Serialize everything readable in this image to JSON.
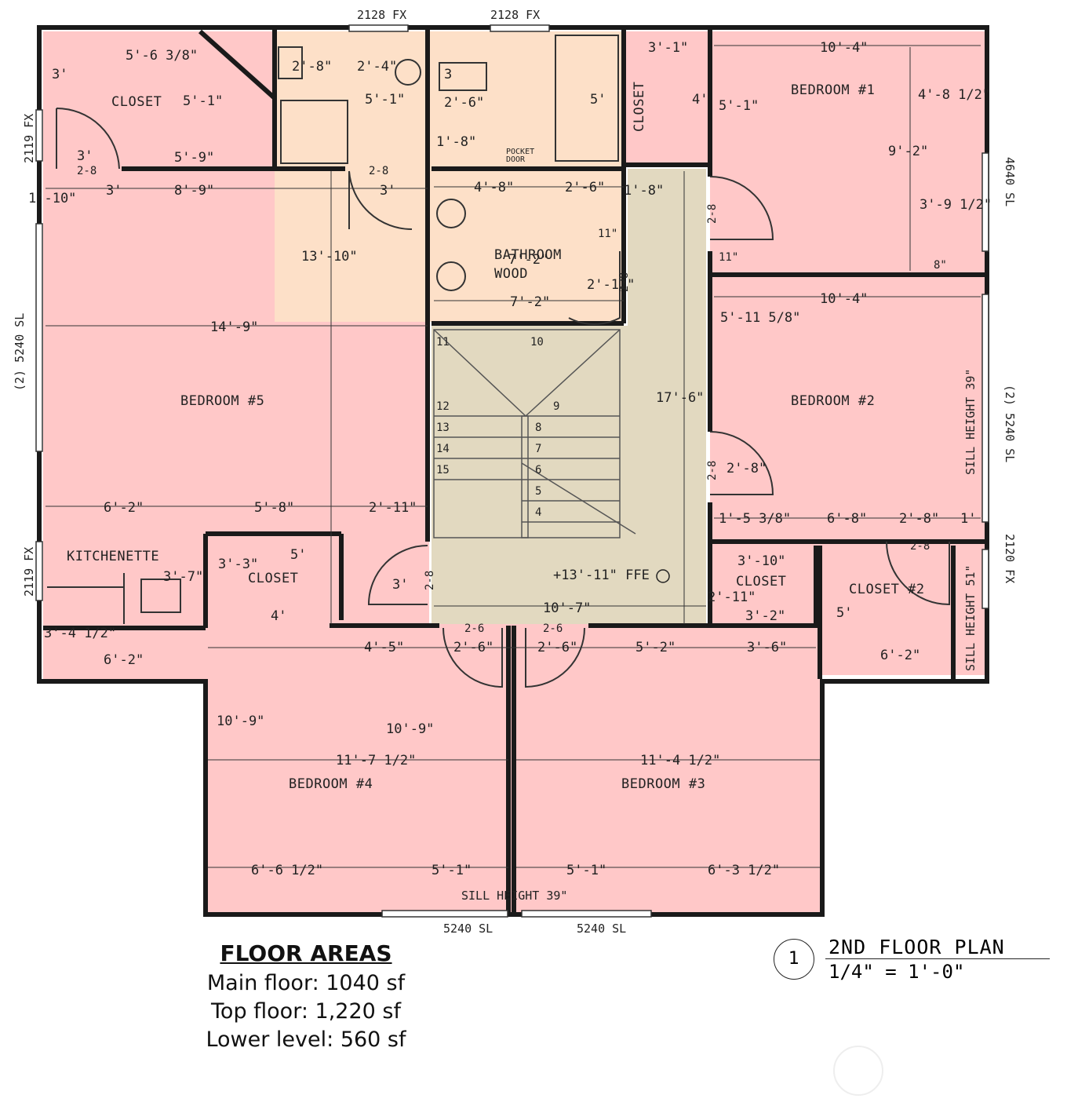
{
  "plan": {
    "rooms": {
      "bedroom1": "BEDROOM #1",
      "bedroom2": "BEDROOM #2",
      "bedroom3": "BEDROOM #3",
      "bedroom4": "BEDROOM #4",
      "bedroom5": "BEDROOM #5",
      "closet_nw": "CLOSET",
      "closet_top": "CLOSET",
      "closet_b4": "CLOSET",
      "closet_east": "CLOSET",
      "closet2": "CLOSET #2",
      "kitchenette": "KITCHENETTE",
      "bathroom": "BATHROOM",
      "bathroom_sub": "WOOD",
      "pocket_door": "POCKET",
      "pocket_door2": "DOOR",
      "ffe": "+13'-11\" FFE"
    },
    "windows": {
      "top1": "2128 FX",
      "top2": "2128 FX",
      "left1": "2119 FX",
      "left2": "(2) 5240 SL",
      "left3": "2119 FX",
      "right1": "4640 SL",
      "right2": "(2) 5240 SL",
      "right3": "2120 FX",
      "bottom1": "5240 SL",
      "bottom2": "5240 SL",
      "sill_bottom": "SILL HEIGHT 39\"",
      "sill_right": "SILL HEIGHT 39\"",
      "sill_right2": "SILL HEIGHT 51\""
    },
    "dims": {
      "d_56": "5'-6 3/8\"",
      "d_3a": "3'",
      "d_51a": "5'-1\"",
      "d_3b": "3'",
      "d_28a": "2-8",
      "d_59": "5'-9\"",
      "d_110": "1'-10\"",
      "d_3c": "3'",
      "d_89": "8'-9\"",
      "d_3d": "3'",
      "d_28b": "2-8",
      "d_1310": "13'-10\"",
      "d_149": "14'-9\"",
      "d_62a": "6'-2\"",
      "d_58": "5'-8\"",
      "d_211a": "2'-11\"",
      "d_5a": "5'",
      "d_33": "3'-3\"",
      "d_37": "3'-7\"",
      "d_4a": "4'",
      "d_34": "3'-4 1/2\"",
      "d_62b": "6'-2\"",
      "d_45": "4'-5\"",
      "d_26a": "2'-6\"",
      "d_26b": "2'-6\"",
      "d_26c": "2-6",
      "d_26d": "2-6",
      "d_28c": "2'-8\"",
      "d_24": "2'-4\"",
      "d_51b": "5'-1\"",
      "d_3e": "3",
      "d_26e": "2'-6\"",
      "d_18a": "1'-8\"",
      "d_5b": "5'",
      "d_48": "4'-8\"",
      "d_26f": "2'-6\"",
      "d_18b": "1'-8\"",
      "d_11a": "11\"",
      "d_72a": "7'-2\"",
      "d_72b": "7'-2\"",
      "d_211b": "2'-11\"",
      "d_28d": "2-8",
      "d_31": "3'-1\"",
      "d_104a": "10'-4\"",
      "d_4b": "4'",
      "d_51c": "5'-1\"",
      "d_48h": "4'-8 1/2\"",
      "d_92": "9'-2\"",
      "d_39": "3'-9 1/2\"",
      "d_28e": "2-8",
      "d_11b": "11\"",
      "d_8": "8\"",
      "d_104b": "10'-4\"",
      "d_511": "5'-11 5/8\"",
      "d_176": "17'-6\"",
      "d_28f": "2-8",
      "d_28g": "2'-8\"",
      "d_15": "1'-5 3/8\"",
      "d_68": "6'-8\"",
      "d_28h": "2'-8\"",
      "d_1b": "1'",
      "d_28i": "2-8",
      "d_28j": "2-8",
      "d_3f": "3'",
      "d_107": "10'-7\"",
      "d_310": "3'-10\"",
      "d_211c": "2'-11\"",
      "d_32": "3'-2\"",
      "d_5c": "5'",
      "d_62c": "6'-2\"",
      "d_36": "3'-6\"",
      "d_52": "5'-2\"",
      "d_109a": "10'-9\"",
      "d_109b": "10'-9\"",
      "d_117": "11'-7 1/2\"",
      "d_114": "11'-4 1/2\"",
      "d_66": "6'-6 1/2\"",
      "d_51d": "5'-1\"",
      "d_51e": "5'-1\"",
      "d_63": "6'-3 1/2\""
    },
    "stairs": [
      "11",
      "10",
      "12",
      "9",
      "13",
      "8",
      "14",
      "7",
      "15",
      "6",
      "5",
      "4"
    ]
  },
  "floor_areas": {
    "title": "FLOOR AREAS",
    "main": "Main floor: 1040 sf",
    "top": "Top floor: 1,220 sf",
    "lower": "Lower level: 560 sf"
  },
  "plan_title": {
    "number": "1",
    "name": "2ND FLOOR PLAN",
    "scale": "1/4\" = 1'-0\""
  },
  "colors": {
    "bedroom": "#ffc8c8",
    "bath": "#fde0c8",
    "hall": "#e2d9c0",
    "wall": "#1a1a1a"
  }
}
